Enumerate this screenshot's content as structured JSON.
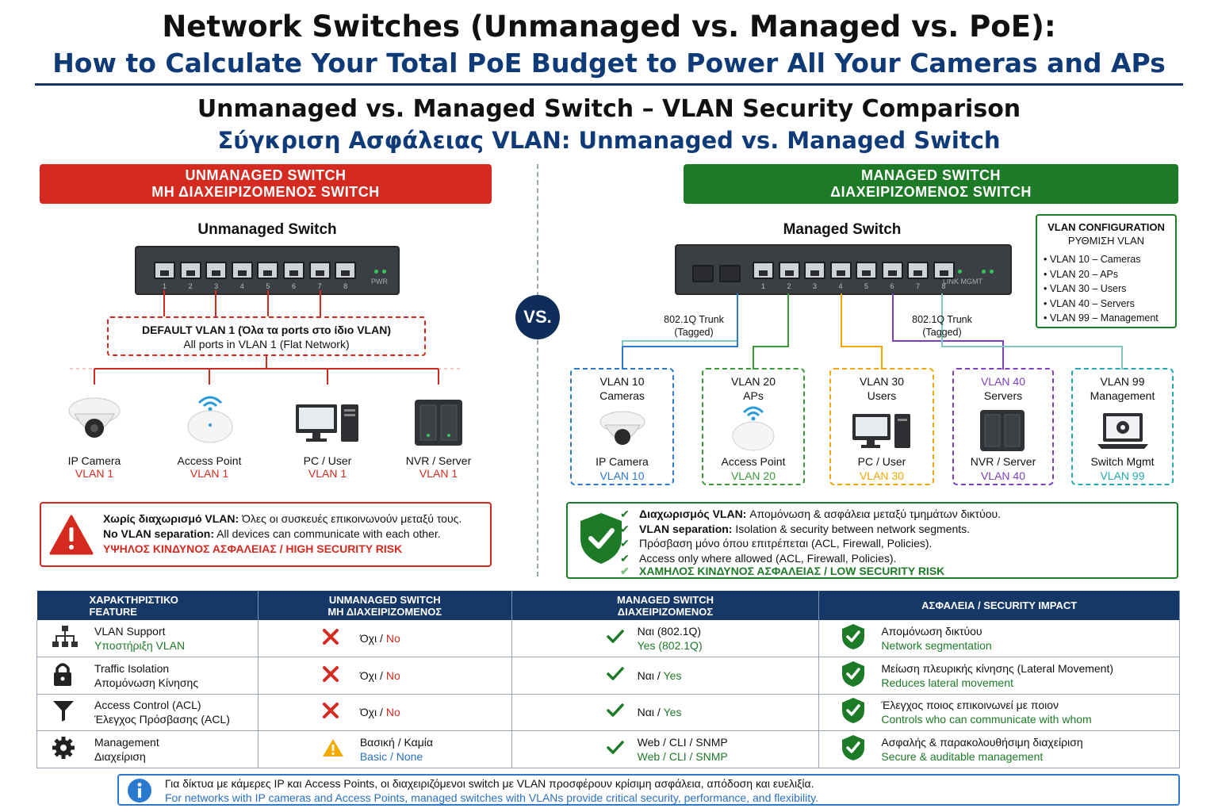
{
  "header": {
    "title": "Network Switches (Unmanaged vs. Managed vs. PoE):",
    "subtitle": "How to Calculate Your Total PoE Budget to Power All Your Cameras and APs",
    "section_title": "Unmanaged vs. Managed Switch – VLAN Security Comparison",
    "section_subtitle": "Σύγκριση Ασφάλειας VLAN: Unmanaged vs. Managed Switch"
  },
  "vs_label": "VS.",
  "unmanaged": {
    "banner_en": "UNMANAGED SWITCH",
    "banner_el": "ΜΗ ΔΙΑΧΕΙΡΙΖΟΜΕΝΟΣ SWITCH",
    "switch_label": "Unmanaged Switch",
    "switch_text": "PWR",
    "ports": [
      "1",
      "2",
      "3",
      "4",
      "5",
      "6",
      "7",
      "8"
    ],
    "default_vlan_line1": "DEFAULT VLAN 1 (Όλα τα ports στο ίδιο VLAN)",
    "default_vlan_line2": "All ports in VLAN 1 (Flat Network)",
    "devices": [
      {
        "name": "IP Camera",
        "vlan": "VLAN 1"
      },
      {
        "name": "Access Point",
        "vlan": "VLAN 1"
      },
      {
        "name": "PC / User",
        "vlan": "VLAN 1"
      },
      {
        "name": "NVR / Server",
        "vlan": "VLAN 1"
      }
    ],
    "warning": {
      "line1_bold": "Χωρίς διαχωρισμό VLAN:",
      "line1": " Όλες οι συσκευές επικοινωνούν μεταξύ τους.",
      "line2_bold": "No VLAN separation:",
      "line2": " All devices can communicate with each other.",
      "line3": "ΥΨΗΛΟΣ ΚΙΝΔΥΝΟΣ ΑΣΦΑΛΕΙΑΣ / HIGH SECURITY RISK"
    }
  },
  "managed": {
    "banner_en": "MANAGED SWITCH",
    "banner_el": "ΔΙΑΧΕΙΡΙΖΟΜΕΝΟΣ SWITCH",
    "switch_label": "Managed Switch",
    "switch_text": "LINK  MGMT",
    "ports": [
      "1",
      "2",
      "3",
      "4",
      "5",
      "6",
      "7",
      "8"
    ],
    "trunk_left": [
      "802.1Q Trunk",
      "(Tagged)"
    ],
    "trunk_right": [
      "802.1Q Trunk",
      "(Tagged)"
    ],
    "vlan_config": {
      "title_en": "VLAN CONFIGURATION",
      "title_el": "ΡΥΘΜΙΣΗ VLAN",
      "items": [
        "VLAN 10 – Cameras",
        "VLAN 20 – APs",
        "VLAN 30 – Users",
        "VLAN 40 – Servers",
        "VLAN 99 – Management"
      ]
    },
    "vlans": [
      {
        "title": "VLAN 10",
        "group": "Cameras",
        "name": "IP Camera",
        "vlan": "VLAN 10",
        "color": "#2a7bd0"
      },
      {
        "title": "VLAN 20",
        "group": "APs",
        "name": "Access Point",
        "vlan": "VLAN 20",
        "color": "#3a9a3a"
      },
      {
        "title": "VLAN 30",
        "group": "Users",
        "name": "PC / User",
        "vlan": "VLAN 30",
        "color": "#f0a500"
      },
      {
        "title": "VLAN 40",
        "group": "Servers",
        "name": "NVR / Server",
        "vlan": "VLAN 40",
        "color": "#7b3fbf"
      },
      {
        "title": "VLAN 99",
        "group": "Management",
        "name": "Switch Mgmt",
        "vlan": "VLAN 99",
        "color": "#22aab0"
      }
    ],
    "benefits": [
      {
        "bold": "Διαχωρισμός VLAN:",
        "text": " Απομόνωση & ασφάλεια μεταξύ τμημάτων δικτύου."
      },
      {
        "bold": "VLAN separation:",
        "text": " Isolation & security between network segments."
      },
      {
        "bold": "",
        "text": "Πρόσβαση μόνο όπου επιτρέπεται (ACL, Firewall, Policies)."
      },
      {
        "bold": "",
        "text": "Access only where allowed (ACL, Firewall, Policies)."
      }
    ],
    "low_risk": "ΧΑΜΗΛΟΣ ΚΙΝΔΥΝΟΣ ΑΣΦΑΛΕΙΑΣ / LOW SECURITY RISK"
  },
  "table": {
    "headers": [
      {
        "l1": "ΧΑΡΑΚΤΗΡΙΣΤΙΚΟ",
        "l2": "FEATURE"
      },
      {
        "l1": "UNMANAGED SWITCH",
        "l2": "ΜΗ ΔΙΑΧΕΙΡΙΖΟΜΕΝΟΣ"
      },
      {
        "l1": "MANAGED SWITCH",
        "l2": "ΔΙΑΧΕΙΡΙΖΟΜΕΝΟΣ"
      },
      {
        "l1": "ΑΣΦΑΛΕΙΑ / SECURITY IMPACT",
        "l2": ""
      }
    ],
    "rows": [
      {
        "icon": "network-icon",
        "f1": "VLAN Support",
        "f2": "Υποστήριξη VLAN",
        "u_icon": "x",
        "u1": "Όχι / ",
        "u1r": "No",
        "u2": "",
        "m1": "Ναι (802.1Q)",
        "m2": "Yes (802.1Q)",
        "s1": "Απομόνωση δικτύου",
        "s2": "Network segmentation"
      },
      {
        "icon": "lock-icon",
        "f1": "Traffic Isolation",
        "f2": "Απομόνωση Κίνησης",
        "u_icon": "x",
        "u1": "Όχι / ",
        "u1r": "No",
        "u2": "",
        "m1": "Ναι / ",
        "m1g": "Yes",
        "m2": "",
        "s1": "Μείωση πλευρικής κίνησης (Lateral Movement)",
        "s2": "Reduces lateral movement"
      },
      {
        "icon": "filter-icon",
        "f1": "Access Control (ACL)",
        "f2": "Έλεγχος Πρόσβασης (ACL)",
        "u_icon": "x",
        "u1": "Όχι / ",
        "u1r": "No",
        "u2": "",
        "m1": "Ναι / ",
        "m1g": "Yes",
        "m2": "",
        "s1": "Έλεγχος ποιος επικοινωνεί με ποιον",
        "s2": "Controls who can communicate with whom"
      },
      {
        "icon": "gear-icon",
        "f1": "Management",
        "f2": "Διαχείριση",
        "u_icon": "warn",
        "u1": "Βασική / Καμία",
        "u1r": "",
        "u2": "Basic / None",
        "m1": "Web / CLI / SNMP",
        "m2": "Web / CLI / SNMP",
        "s1": "Ασφαλής & παρακολουθήσιμη διαχείριση",
        "s2": "Secure & auditable management"
      }
    ]
  },
  "info": {
    "line1": "Για δίκτυα με κάμερες IP και Access Points, οι διαχειριζόμενοι switch με VLAN προσφέρουν κρίσιμη ασφάλεια, απόδοση και ευελιξία.",
    "line2": "For networks with IP cameras and Access Points, managed switches with VLANs provide critical security, performance, and flexibility."
  }
}
